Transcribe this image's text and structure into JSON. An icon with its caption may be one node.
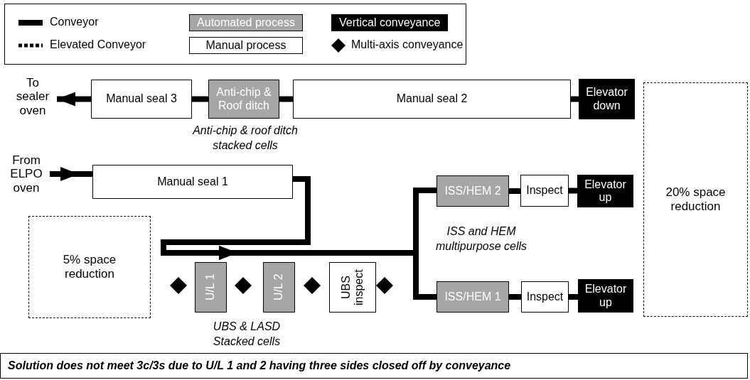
{
  "diagram": {
    "nodes": [
      {
        "text": [
          "To sealer oven"
        ]
      },
      {
        "text": [
          "Manual seal 3"
        ]
      },
      {
        "text": [
          "Anti-chip & Roof ditch"
        ],
        "beside": [
          "Anti-chip & roof ditch stacked cells"
        ]
      },
      {
        "text": [
          "Manual seal 2"
        ]
      },
      {
        "text": [
          "Elevator down"
        ]
      },
      {
        "text": [
          "From ELPO oven"
        ]
      },
      {
        "text": [
          "Manual seal 1"
        ]
      },
      {
        "text": [
          "ISS/HEM 2"
        ]
      },
      {
        "text": [
          "Inspect"
        ]
      },
      {
        "text": [
          "Elevator up"
        ]
      },
      {
        "text": [
          "ISS/HEM 1"
        ]
      },
      {
        "text": [
          "Inspect"
        ]
      },
      {
        "text": [
          "Elevator up"
        ]
      },
      {
        "text": [
          "U/L 1"
        ]
      },
      {
        "text": [
          "U/L 2"
        ]
      },
      {
        "text": [
          "UBS inspect"
        ]
      },
      {
        "text": [
          "5% space reduction"
        ]
      },
      {
        "text": [
          "20% space reduction"
        ]
      }
    ],
    "edges": [
      {
        "from": 5,
        "to": 6,
        "arrow": "to"
      },
      {
        "from": 6,
        "to": 7,
        "arrow": "to"
      },
      {
        "from": 6,
        "to": 10,
        "arrow": "to"
      },
      {
        "from": 7,
        "to": 8,
        "arrow": "none"
      },
      {
        "from": 8,
        "to": 9,
        "arrow": "none"
      },
      {
        "from": 10,
        "to": 11,
        "arrow": "none"
      },
      {
        "from": 11,
        "to": 12,
        "arrow": "none"
      },
      {
        "from": 4,
        "to": 3,
        "arrow": "none"
      },
      {
        "from": 3,
        "to": 2,
        "arrow": "none"
      },
      {
        "from": 2,
        "to": 1,
        "arrow": "none"
      },
      {
        "from": 1,
        "to": 0,
        "arrow": "to"
      }
    ],
    "labels": [
      "ISS and HEM multipurpose cells",
      "UBS & LASD Stacked cells",
      "Solution does not meet 3c/3s due to U/L 1 and 2 having three sides closed off by conveyance"
    ],
    "legend": [
      {
        "text": "Conveyor"
      },
      {
        "text": "Elevated Conveyor"
      },
      {
        "text": "Automated process",
        "color": "#a6a6a6"
      },
      {
        "text": "Manual process",
        "color": "#ffffff"
      },
      {
        "text": "Vertical conveyance",
        "color": "#000000"
      },
      {
        "text": "Multi-axis conveyance"
      }
    ]
  }
}
